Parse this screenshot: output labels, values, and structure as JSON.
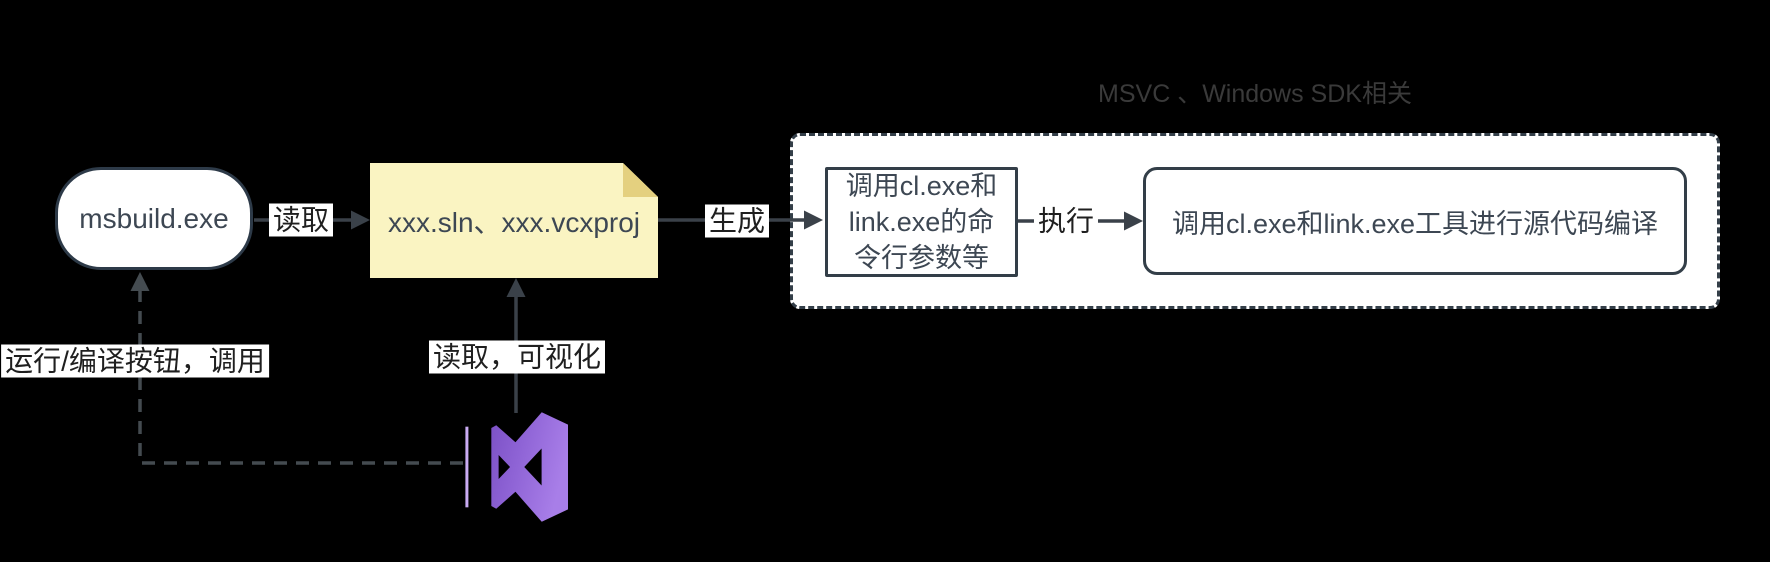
{
  "group": {
    "title": "MSVC 、Windows SDK相关"
  },
  "nodes": {
    "msbuild": {
      "label": "msbuild.exe"
    },
    "project_files_note": {
      "label": "xxx.sln、xxx.vcxproj"
    },
    "command_params": {
      "label": "调用cl.exe和\nlink.exe的命\n令行参数等"
    },
    "compile_tools": {
      "label": "调用cl.exe和link.exe工具进行源代码编译"
    }
  },
  "edges": {
    "read": {
      "label": "读取"
    },
    "generate": {
      "label": "生成"
    },
    "execute": {
      "label": "执行"
    },
    "run_button_invoke": {
      "label": "运行/编译按钮，调用"
    },
    "read_visualize": {
      "label": "读取，可视化"
    }
  },
  "icons": {
    "visual_studio": "visual-studio-logo"
  },
  "colors": {
    "background": "#000000",
    "node_fill": "#ffffff",
    "node_border": "#2f3a45",
    "node_text": "#3d4753",
    "edge_line": "#3a4149",
    "edge_label_text": "#1f1f1f",
    "note_fill": "#faf4c2",
    "note_fold": "#e4d07f",
    "group_title_text": "#3a3a3a",
    "vs_purple_light": "#a87ee8",
    "vs_purple_dark": "#7b50c5",
    "vs_left_line": "#c9abf2"
  }
}
